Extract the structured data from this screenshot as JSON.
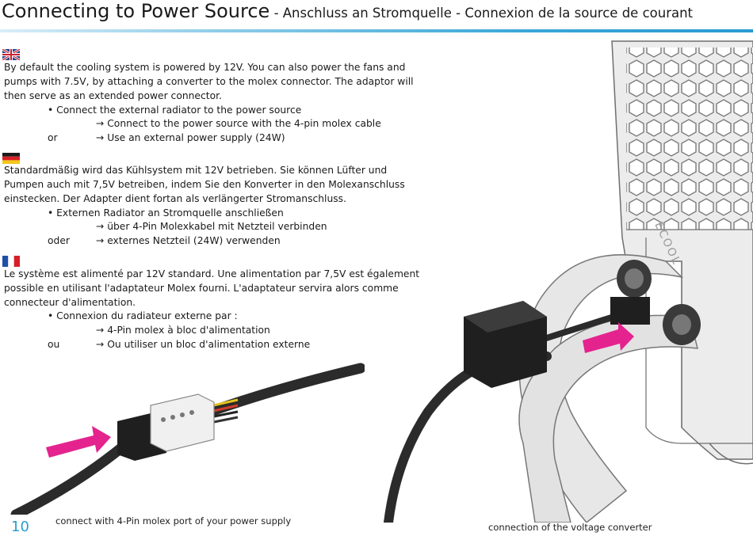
{
  "header": {
    "title_main": "Connecting to Power Source",
    "title_sub": " - Anschluss an Stromquelle - Connexion de la source de courant"
  },
  "english": {
    "flag_icon": "uk-flag-icon",
    "line1": "By default the cooling system is powered by 12V. You can also power the fans and",
    "line2": "pumps with 7.5V, by attaching a converter to the molex connector. The adaptor will",
    "line3": "then serve as an extended power connector.",
    "bullet": "• Connect the external radiator to the power source",
    "option1": "→  Connect to the power source with the 4-pin molex cable",
    "or": "or",
    "option2": "→  Use an external power supply (24W)"
  },
  "german": {
    "flag_icon": "german-flag-icon",
    "line1": "Standardmäßig wird das Kühlsystem mit 12V betrieben. Sie können Lüfter und",
    "line2": "Pumpen auch mit 7,5V betreiben, indem Sie den Konverter in den Molexanschluss",
    "line3": "einstecken. Der Adapter dient fortan als verlängerter Stromanschluss.",
    "bullet": "• Externen Radiator an Stromquelle anschließen",
    "option1": "→  über 4-Pin Molexkabel mit Netzteil verbinden",
    "or": "oder",
    "option2": "→  externes Netzteil (24W) verwenden"
  },
  "french": {
    "flag_icon": "french-flag-icon",
    "line1": "Le système est alimenté par 12V standard. Une alimentation par 7,5V est également",
    "line2": "possible en utilisant l'adaptateur Molex fourni. L'adaptateur servira alors comme",
    "line3": "connecteur d'alimentation.",
    "bullet": "• Connexion du radiateur externe par :",
    "option1": "→  4-Pin molex à bloc d'alimentation",
    "or": "ou",
    "option2": "→  Ou utiliser un bloc d'alimentation externe"
  },
  "captions": {
    "left": "connect with 4-Pin molex port of your power supply",
    "right": "connection of the voltage converter"
  },
  "brand_mark": "ECOOL",
  "page_number": "10",
  "colors": {
    "accent_blue": "#2a9bd2",
    "arrow_magenta": "#e4238f"
  }
}
